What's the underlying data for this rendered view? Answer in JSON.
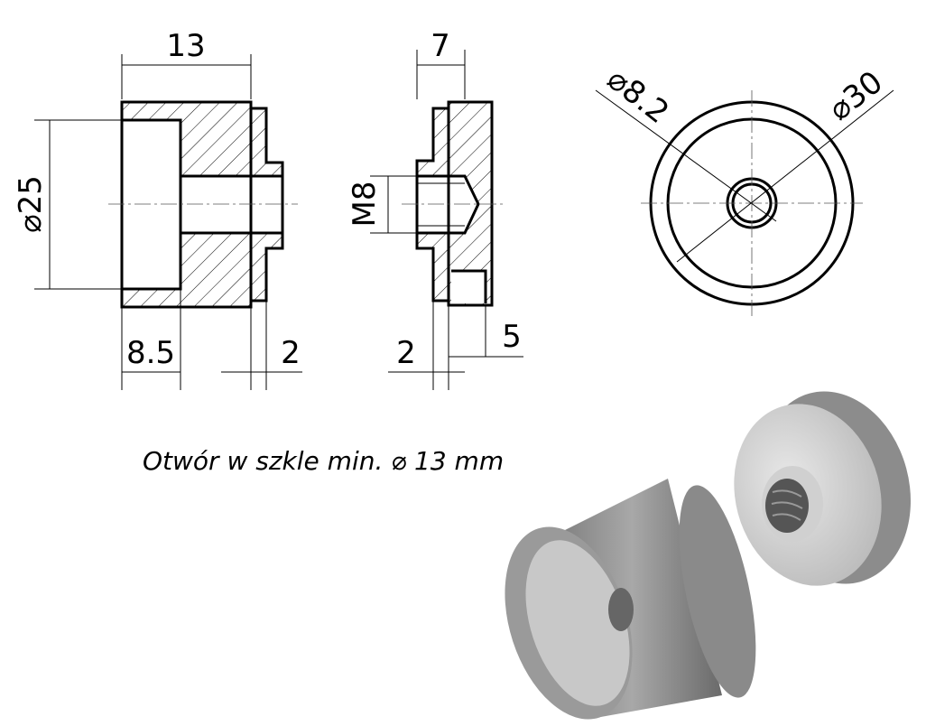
{
  "drawing": {
    "left_view": {
      "width_dim": "13",
      "diameter_dim": "⌀25",
      "recess_dim": "8.5",
      "step_dim": "2"
    },
    "middle_view": {
      "width_dim": "7",
      "thread_dim": "M8",
      "step_dim": "2",
      "head_dim": "5"
    },
    "front_view": {
      "hole_dim": "⌀8.2",
      "outer_dim": "⌀30"
    },
    "note": "Otwór w szkle min. ⌀ 13 mm"
  }
}
